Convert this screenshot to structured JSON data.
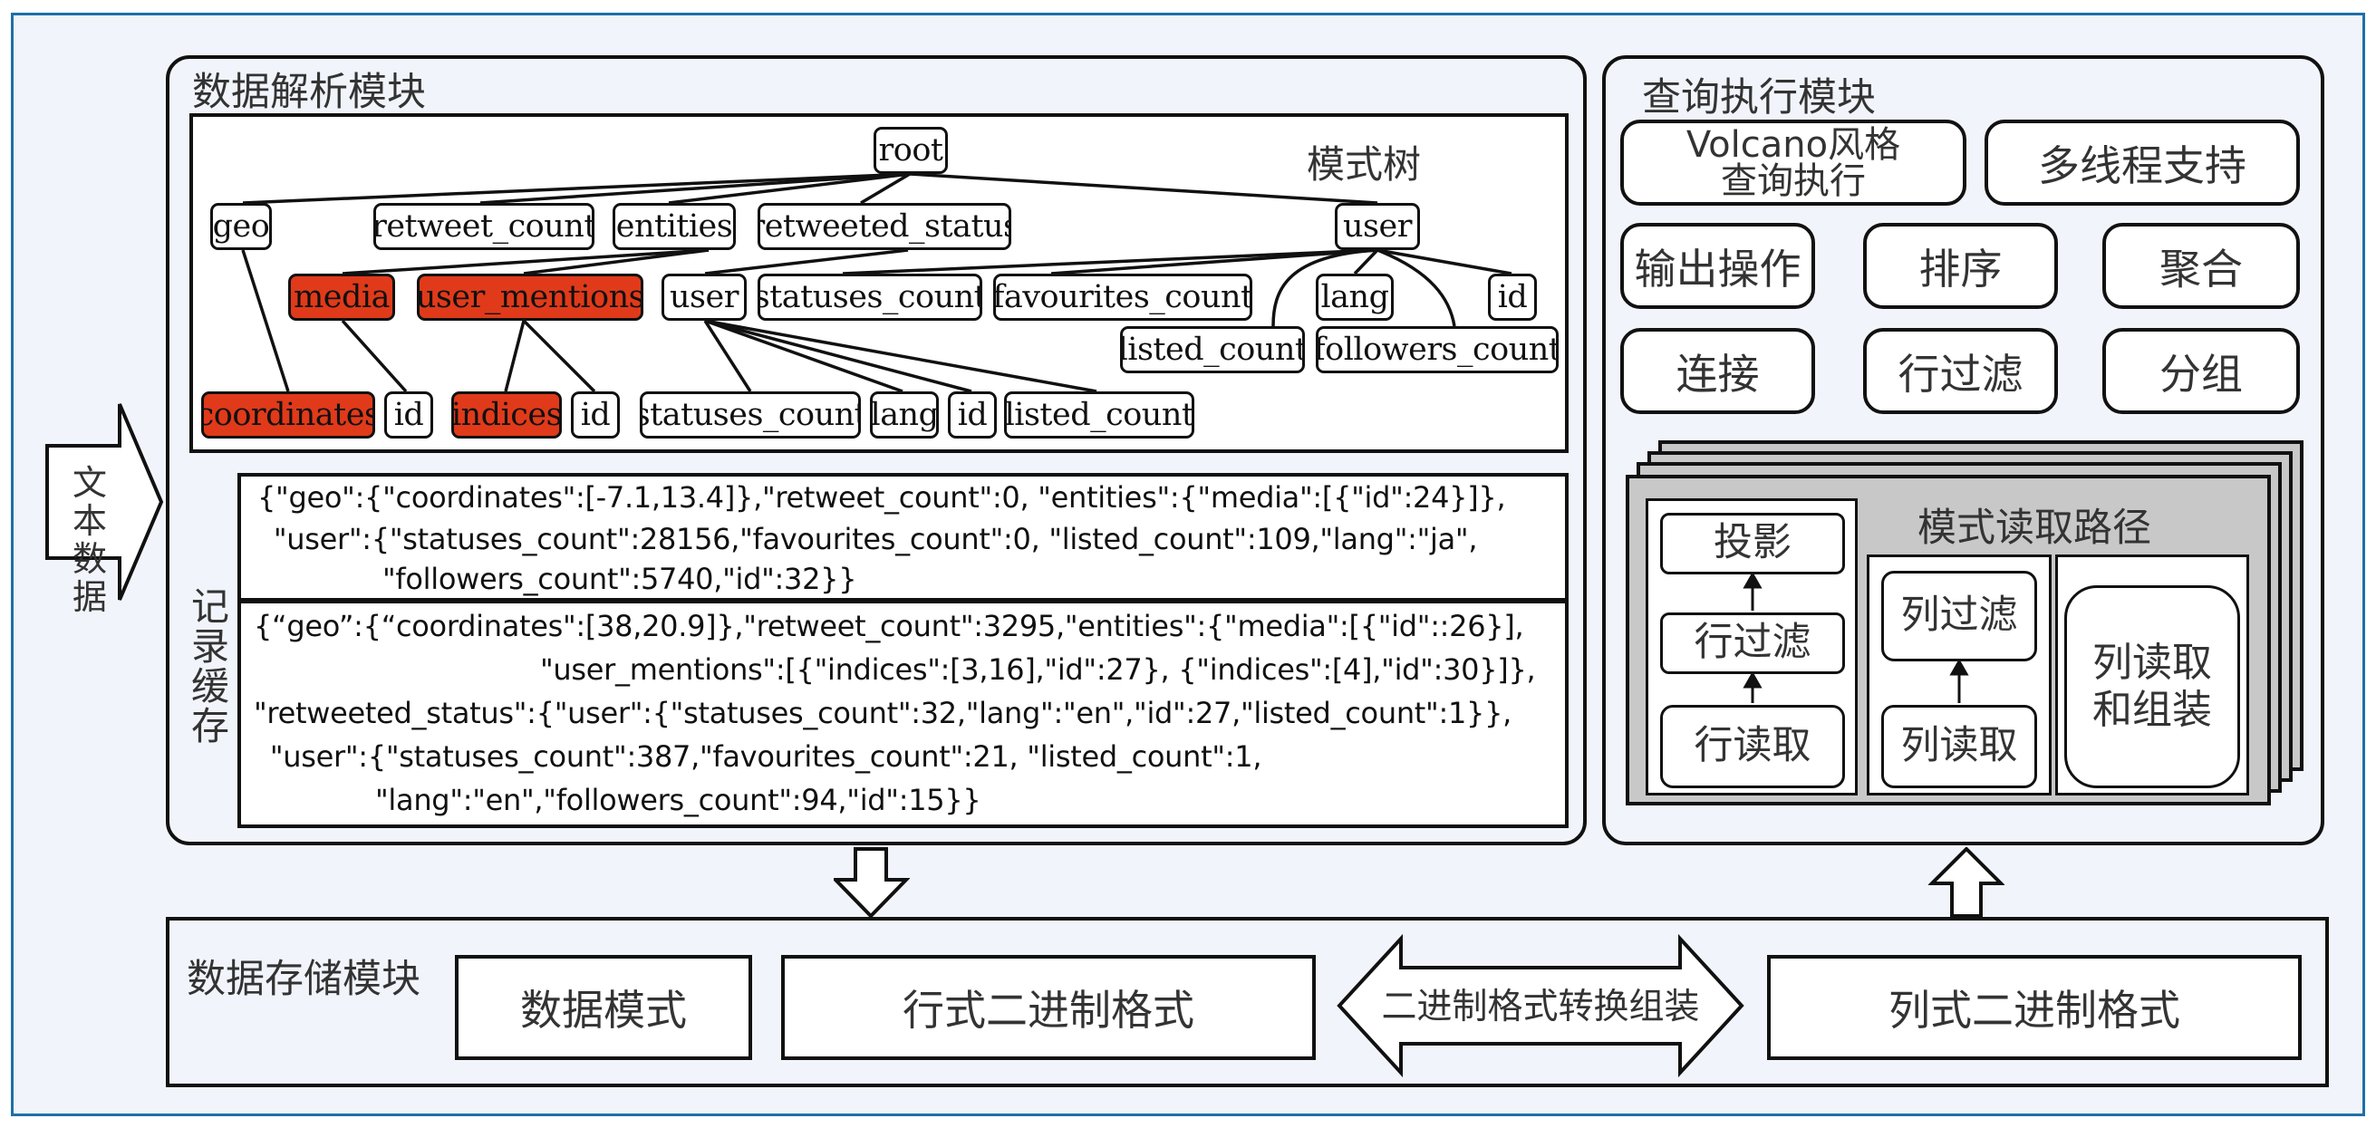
{
  "colors": {
    "border_blue": "#1f6fa7",
    "highlight": "#e03a1a",
    "panel_gray": "#c8c8c8",
    "background": "#f1f5fb"
  },
  "input_label": "文本数据",
  "parse_module": {
    "title": "数据解析模块",
    "tree_label": "模式树",
    "tree_nodes": {
      "root": "root",
      "geo": "geo",
      "retweet_count": "retweet_count",
      "entities": "entities",
      "retweeted_status": "retweeted_status",
      "user": "user",
      "media": "media",
      "user_mentions": "user_mentions",
      "rs_user": "user",
      "u_statuses_count": "statuses_count",
      "u_favourites_count": "favourites_count",
      "u_lang": "lang",
      "u_id": "id",
      "u_listed_count": "listed_count",
      "u_followers_count": "followers_count",
      "coordinates": "coordinates",
      "media_id": "id",
      "indices": "indices",
      "um_id": "id",
      "rs_statuses_count": "statuses_count",
      "rs_lang": "lang",
      "rs_id": "id",
      "rs_listed_count": "listed_count"
    },
    "record_cache_label": "记录缓存",
    "record1": [
      "{\"geo\":{\"coordinates\":[-7.1,13.4]},\"retweet_count\":0, \"entities\":{\"media\":[{\"id\":24}]},",
      " \"user\":{\"statuses_count\":28156,\"favourites_count\":0, \"listed_count\":109,\"lang\":\"ja\",",
      "\"followers_count\":5740,\"id\":32}}"
    ],
    "record2": [
      "{“geo”:{“coordinates\":[38,20.9]},\"retweet_count\":3295,\"entities\":{\"media\":[{\"id\"::26}],",
      "\"user_mentions\":[{\"indices\":[3,16],\"id\":27}, {\"indices\":[4],\"id\":30}]},",
      "\"retweeted_status\":{\"user\":{\"statuses_count\":32,\"lang\":\"en\",\"id\":27,\"listed_count\":1}},",
      " \"user\":{\"statuses_count\":387,\"favourites_count\":21, \"listed_count\":1,",
      "\"lang\":\"en\",\"followers_count\":94,\"id\":15}}"
    ]
  },
  "query_module": {
    "title": "查询执行模块",
    "volcano": [
      "Volcano风格",
      "查询执行"
    ],
    "multithread": "多线程支持",
    "ops": [
      "输出操作",
      "排序",
      "聚合",
      "连接",
      "行过滤",
      "分组"
    ],
    "read_path": {
      "title": "模式读取路径",
      "row_path": [
        "投影",
        "行过滤",
        "行读取"
      ],
      "col_path": [
        "列过滤",
        "列读取"
      ],
      "assemble": [
        "列读取",
        "和组装"
      ]
    }
  },
  "storage_module": {
    "title": "数据存储模块",
    "schema": "数据模式",
    "row_binary": "行式二进制格式",
    "convert": "二进制格式转换组装",
    "col_binary": "列式二进制格式"
  }
}
